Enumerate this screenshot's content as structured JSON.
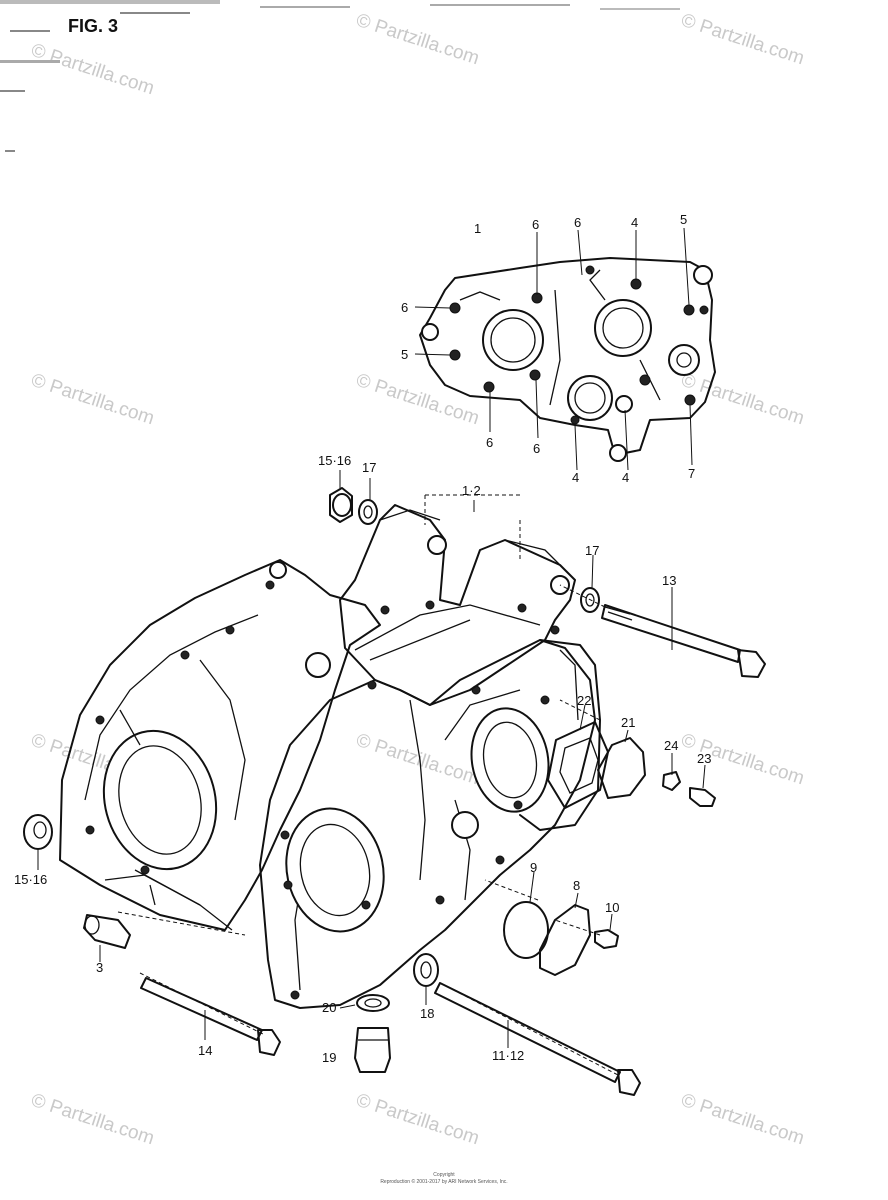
{
  "figure": {
    "title": "FIG. 3"
  },
  "watermark": {
    "text": "© Partzilla.com",
    "color": "#c9c9c9"
  },
  "footer": {
    "line1": "Copyright",
    "line2": "Reproduction © 2001-2017 by ARI Network Services, Inc."
  },
  "callouts": [
    {
      "id": "inset-1",
      "text": "1"
    },
    {
      "id": "inset-6a",
      "text": "6"
    },
    {
      "id": "inset-6b",
      "text": "6"
    },
    {
      "id": "inset-4a",
      "text": "4"
    },
    {
      "id": "inset-5a",
      "text": "5"
    },
    {
      "id": "inset-6c",
      "text": "6"
    },
    {
      "id": "inset-5b",
      "text": "5"
    },
    {
      "id": "inset-6d",
      "text": "6"
    },
    {
      "id": "inset-6e",
      "text": "6"
    },
    {
      "id": "inset-4b",
      "text": "4"
    },
    {
      "id": "inset-4c",
      "text": "4"
    },
    {
      "id": "inset-7",
      "text": "7"
    },
    {
      "id": "c-15-16-top",
      "text": "15·16"
    },
    {
      "id": "c-17-top",
      "text": "17"
    },
    {
      "id": "c-1-2",
      "text": "1·2"
    },
    {
      "id": "c-17-right",
      "text": "17"
    },
    {
      "id": "c-13",
      "text": "13"
    },
    {
      "id": "c-22",
      "text": "22"
    },
    {
      "id": "c-21",
      "text": "21"
    },
    {
      "id": "c-24",
      "text": "24"
    },
    {
      "id": "c-23",
      "text": "23"
    },
    {
      "id": "c-15-16-left",
      "text": "15·16"
    },
    {
      "id": "c-9",
      "text": "9"
    },
    {
      "id": "c-8",
      "text": "8"
    },
    {
      "id": "c-10",
      "text": "10"
    },
    {
      "id": "c-3",
      "text": "3"
    },
    {
      "id": "c-20",
      "text": "20"
    },
    {
      "id": "c-18",
      "text": "18"
    },
    {
      "id": "c-14",
      "text": "14"
    },
    {
      "id": "c-19",
      "text": "19"
    },
    {
      "id": "c-11-12",
      "text": "11·12"
    }
  ]
}
